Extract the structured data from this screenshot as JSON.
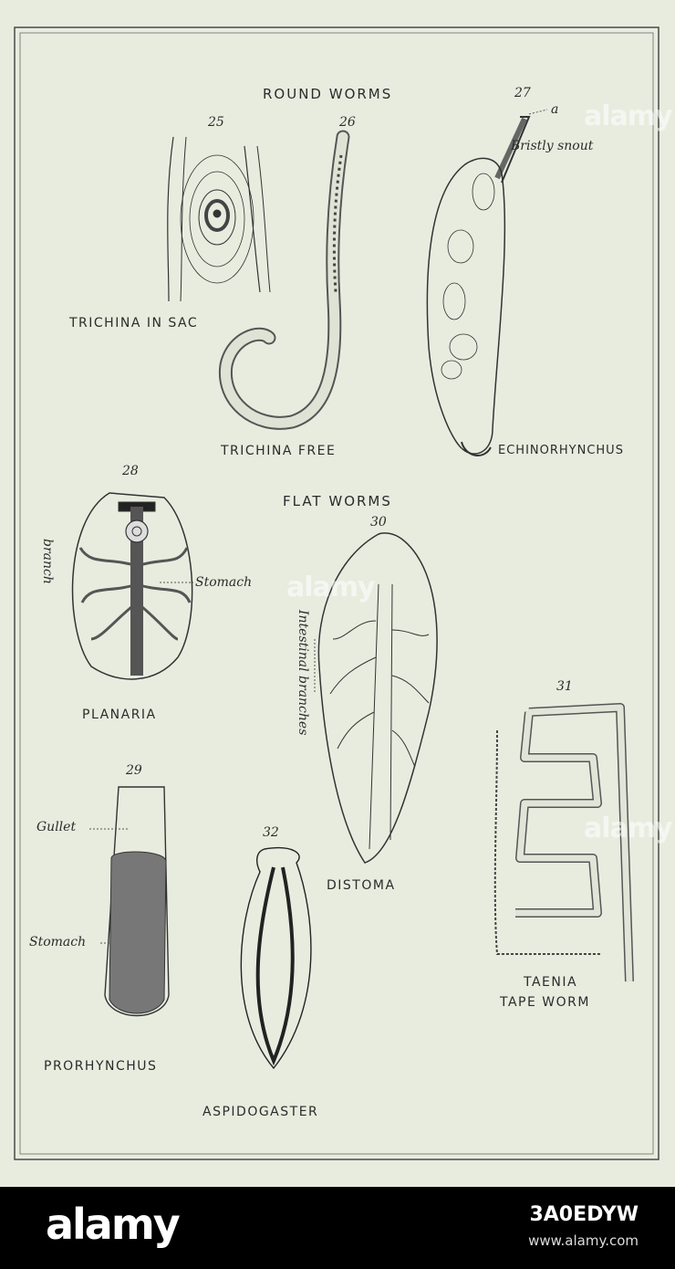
{
  "sections": {
    "round_worms": "ROUND WORMS",
    "flat_worms": "FLAT WORMS"
  },
  "figures": {
    "trichina_in_sac": {
      "number": "25",
      "label": "TRICHINA IN SAC"
    },
    "trichina_free": {
      "number": "26",
      "label": "TRICHINA FREE"
    },
    "echinorhynchus": {
      "number": "27",
      "label": "ECHINORHYNCHUS",
      "mark": "a",
      "callout": "Bristly snout"
    },
    "planaria": {
      "number": "28",
      "label": "PLANARIA",
      "callout_branch": "branch",
      "callout_stomach": "Stomach"
    },
    "prorhynchus": {
      "number": "29",
      "label": "PRORHYNCHUS",
      "callout_gullet": "Gullet",
      "callout_stomach": "Stomach"
    },
    "distoma": {
      "number": "30",
      "label": "DISTOMA",
      "callout": "Intestinal branches"
    },
    "taenia": {
      "number": "31",
      "label_line1": "TAENIA",
      "label_line2": "TAPE WORM"
    },
    "aspidogaster": {
      "number": "32",
      "label": "ASPIDOGASTER"
    }
  },
  "watermark": "alamy",
  "footer": {
    "logo": "alamy",
    "image_code": "3A0EDYW",
    "url": "www.alamy.com"
  },
  "colors": {
    "paper": "#e8ecdf",
    "ink": "#2b2b2b",
    "footer_bg": "#000000"
  }
}
